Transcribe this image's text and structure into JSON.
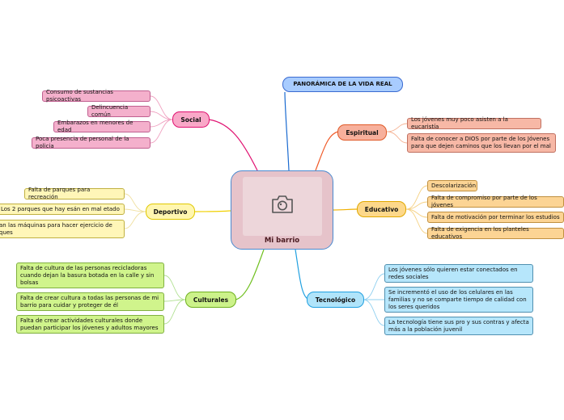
{
  "central": {
    "title": "Mi barrio",
    "icon": "camera-icon"
  },
  "colors": {
    "social": "#e01070",
    "spiritual": "#f05a28",
    "educational": "#f0b000",
    "technological": "#20a0e0",
    "cultural": "#70c020",
    "sports": "#f0d000",
    "panorama": "#1a6ad0"
  },
  "panorama": {
    "label": "PANORÁMICA DE LA VIDA REAL"
  },
  "social": {
    "label": "Social",
    "items": [
      "Consumo de sustancias psicoactivas",
      "Delincuencia común",
      "Embarazos en menores de edad",
      "Poca presencia de personal de la policia"
    ]
  },
  "spiritual": {
    "label": "Espiritual",
    "items": [
      "Los jóvenes muy poco asisten a la eucaristía",
      "Falta de conocer a DIOS por parte de los Jóvenes para que dejen caminos que los llevan por el mal"
    ]
  },
  "educational": {
    "label": "Educativo",
    "items": [
      "Descolarización",
      "Falta de compromiso por parte de los jóvenes",
      "Falta de motivación por terminar los estudios",
      "Falta de exigencia en los planteles educativos"
    ]
  },
  "sports": {
    "label": "Deportivo",
    "items": [
      "Falta de parques para recreación",
      "Los 2 parques que hay esán en mal etado",
      "an las máquinas para hacer ejercicio de ques"
    ]
  },
  "cultural": {
    "label": "Culturales",
    "items": [
      "Falta de cultura de las personas recicladoras cuando dejan la basura botada en la calle y sin bolsas",
      "Falta de crear cultura a todas las personas de mi barrio para cuidar y proteger de él",
      "Falta de crear actividades culturales donde puedan participar los jóvenes y adultos mayores"
    ]
  },
  "technological": {
    "label": "Tecnológico",
    "items": [
      "Los jóvenes sólo quieren estar conectados en redes sociales",
      "Se incrementó el uso de los celulares en las familias y no se comparte tiempo de calidad con los seres queridos",
      "La tecnología tiene sus pro y sus contras y afecta más a la población juvenil"
    ]
  }
}
